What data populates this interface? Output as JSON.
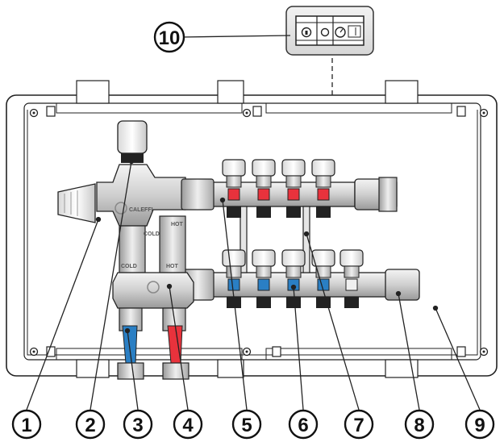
{
  "callouts": [
    {
      "id": "1",
      "label": "1"
    },
    {
      "id": "2",
      "label": "2"
    },
    {
      "id": "3",
      "label": "3"
    },
    {
      "id": "4",
      "label": "4"
    },
    {
      "id": "5",
      "label": "5"
    },
    {
      "id": "6",
      "label": "6"
    },
    {
      "id": "7",
      "label": "7"
    },
    {
      "id": "8",
      "label": "8"
    },
    {
      "id": "9",
      "label": "9"
    },
    {
      "id": "10",
      "label": "10"
    }
  ],
  "markings": {
    "cold_left": "COLD",
    "hot_left": "HOT",
    "cold_bottom": "COLD",
    "hot_bottom": "HOT",
    "brand": "CALEFFI"
  },
  "colors": {
    "hot_accent": "#e8323c",
    "cold_accent": "#2a7fc4",
    "metal": "#d9d9d9",
    "panel_stroke": "#222222"
  }
}
